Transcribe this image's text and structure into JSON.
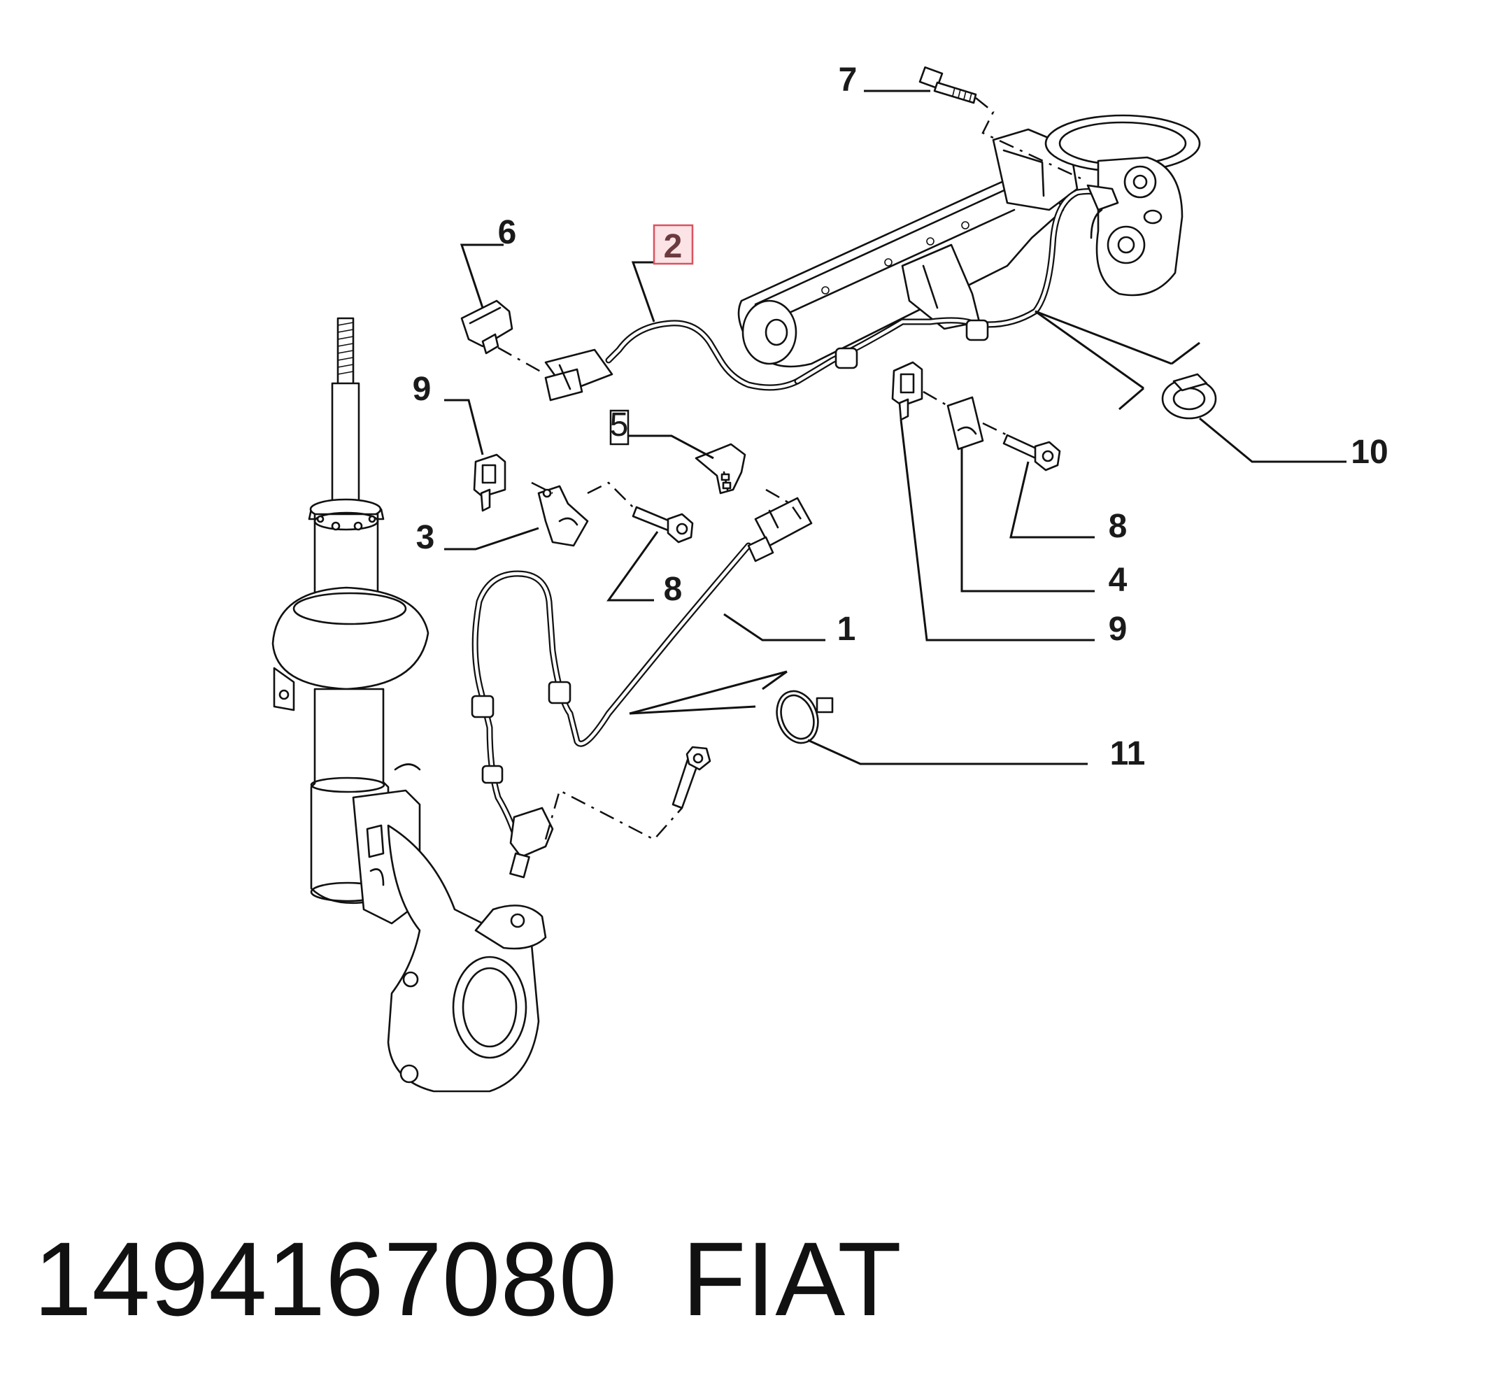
{
  "diagram": {
    "callouts": {
      "c1": "1",
      "c2": "2",
      "c3": "3",
      "c4": "4",
      "c5": "5",
      "c6": "6",
      "c7": "7",
      "c8a": "8",
      "c8b": "8",
      "c9a": "9",
      "c9b": "9",
      "c10": "10",
      "c11": "11"
    },
    "highlighted_callout": "2",
    "highlight_color": "#d9535f"
  },
  "footer": {
    "part_number": "1494167080",
    "brand": "FIAT"
  }
}
